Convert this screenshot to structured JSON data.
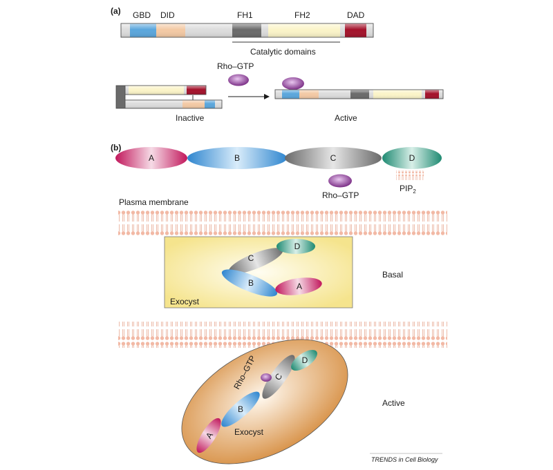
{
  "panel_a": {
    "label": "(a)",
    "domains": {
      "gbd": "GBD",
      "did": "DID",
      "fh1": "FH1",
      "fh2": "FH2",
      "dad": "DAD"
    },
    "catalytic_label": "Catalytic domains",
    "rho_gtp": "Rho–GTP",
    "inactive_label": "Inactive",
    "active_label": "Active"
  },
  "panel_b": {
    "label": "(b)",
    "segments": {
      "a": "A",
      "b": "B",
      "c": "C",
      "d": "D"
    },
    "rho_gtp": "Rho–GTP",
    "pip2_main": "PIP",
    "pip2_sub": "2",
    "plasma_membrane": "Plasma membrane",
    "basal_label": "Basal",
    "active_label": "Active",
    "exocyst_label": "Exocyst"
  },
  "credit": "TRENDS in Cell Biology",
  "colors": {
    "gbd": "#5aa6dc",
    "did": "#f3c9a4",
    "fh1": "#6a6a6a",
    "fh2": "#fbf4c8",
    "dad": "#a3112a",
    "segment_a": "#c1185c",
    "segment_b": "#2f86cf",
    "segment_c": "#707070",
    "segment_d": "#1f8a72",
    "rho": "#7b2f86",
    "membrane": "#f2b9a5",
    "exocyst_box": "#f5e48d",
    "exocyst_active": "#d9954d"
  }
}
